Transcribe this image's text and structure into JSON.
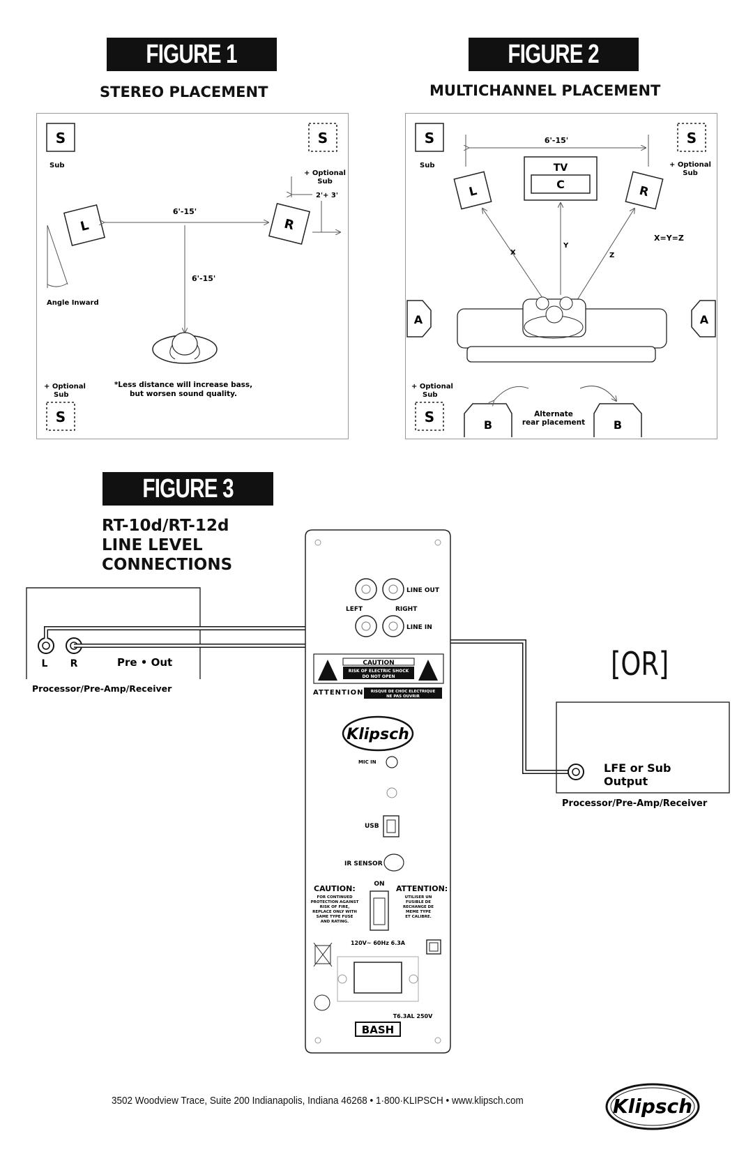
{
  "figure1": {
    "banner": "FIGURE 1",
    "subtitle": "STEREO PLACEMENT",
    "sub_label": "S",
    "sub_caption": "Sub",
    "optional_sub": [
      "+ Optional",
      "Sub"
    ],
    "left_speaker": "L",
    "right_speaker": "R",
    "distance_lr": "6'-15'",
    "distance_listener": "6'-15'",
    "offset_wall": "2'+ 3'",
    "angle_inward": "Angle Inward",
    "note": [
      "*Less distance will increase bass,",
      "but worsen sound quality."
    ]
  },
  "figure2": {
    "banner": "FIGURE 2",
    "subtitle": "MULTICHANNEL PLACEMENT",
    "sub_label": "S",
    "sub_caption": "Sub",
    "optional_sub": [
      "+ Optional",
      "Sub"
    ],
    "distance_lr": "6'-15'",
    "tv_label": "TV",
    "center_label": "C",
    "left_speaker": "L",
    "right_speaker": "R",
    "x_label": "X",
    "y_label": "Y",
    "z_label": "Z",
    "xyz": "X=Y=Z",
    "a_label": "A",
    "b_label": "B",
    "alternate": [
      "Alternate",
      "rear placement"
    ]
  },
  "figure3": {
    "banner": "FIGURE 3",
    "title_lines": [
      "RT-10d/RT-12d",
      "LINE LEVEL",
      "CONNECTIONS"
    ],
    "pre_out": {
      "l": "L",
      "r": "R",
      "label": "Pre • Out",
      "caption": "Processor/Pre-Amp/Receiver"
    },
    "or_label": "[OR]",
    "lfe": {
      "label": [
        "LFE or Sub",
        "Output"
      ],
      "caption": "Processor/Pre-Amp/Receiver"
    },
    "panel": {
      "line_out": "LINE OUT",
      "left": "LEFT",
      "right": "RIGHT",
      "line_in": "LINE IN",
      "caution_header": "CAUTION",
      "caution_sub": [
        "RISK OF ELECTRIC SHOCK",
        "DO NOT OPEN"
      ],
      "attention": "ATTENTION",
      "attention_sub": [
        "RISQUE DE CHOC ELECTRIQUE",
        "NE PAS OUVRIR"
      ],
      "brand": "Klipsch",
      "mic_in": "MIC IN",
      "usb": "USB",
      "ir_sensor": "IR SENSOR",
      "on": "ON",
      "caution_title": "CAUTION:",
      "caution_text": [
        "FOR CONTINUED",
        "PROTECTION AGAINST",
        "RISK OF FIRE,",
        "REPLACE ONLY WITH",
        "SAME TYPE FUSE",
        "AND RATING."
      ],
      "attention_title": "ATTENTION:",
      "attention_text": [
        "UTILISER UN",
        "FUSIBLE DE",
        "RECHANGE DE",
        "MEME TYPE",
        "ET CALIBRE."
      ],
      "power": "120V~ 60Hz 6.3A",
      "fuse": "T6.3AL 250V",
      "bash": "BASH"
    }
  },
  "footer": {
    "address": "3502 Woodview Trace, Suite 200  Indianapolis, Indiana 46268  • 1·800·KLIPSCH •  www.klipsch.com",
    "logo": "Klipsch"
  }
}
